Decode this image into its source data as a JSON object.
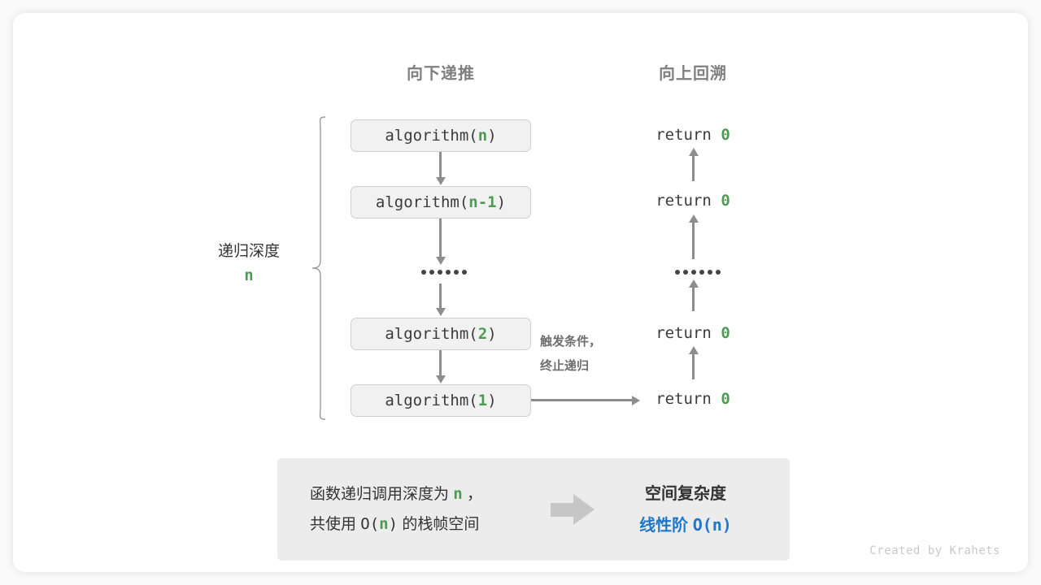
{
  "headers": {
    "left": "向下递推",
    "right": "向上回溯"
  },
  "depth": {
    "label": "递归深度",
    "value": "n"
  },
  "calls": [
    {
      "prefix": "algorithm(",
      "arg": "n",
      "suffix": ")"
    },
    {
      "prefix": "algorithm(",
      "arg": "n-1",
      "suffix": ")"
    },
    {
      "ellipsis": "••••••"
    },
    {
      "prefix": "algorithm(",
      "arg": "2",
      "suffix": ")"
    },
    {
      "prefix": "algorithm(",
      "arg": "1",
      "suffix": ")"
    }
  ],
  "returns": [
    {
      "text": "return ",
      "value": "0"
    },
    {
      "text": "return ",
      "value": "0"
    },
    {
      "ellipsis": "••••••"
    },
    {
      "text": "return ",
      "value": "0"
    },
    {
      "text": "return ",
      "value": "0"
    }
  ],
  "note": {
    "line1": "触发条件，",
    "line2": "终止递归"
  },
  "summary": {
    "left_line1_a": "函数递归调用深度为 ",
    "left_line1_n": "n",
    "left_line1_b": " ，",
    "left_line2_a": "共使用 ",
    "left_line2_o": "O(",
    "left_line2_n": "n",
    "left_line2_c": ")",
    "left_line2_b": " 的栈帧空间",
    "right_title": "空间复杂度",
    "right_value_text": "线性阶 ",
    "right_value_mono": "O(n)"
  },
  "footer": "Created by Krahets",
  "colors": {
    "green": "#4d9a52",
    "blue": "#2077c8",
    "gray_arrow": "#8d8d8d",
    "box_fill": "#f1f1f1",
    "panel_fill": "#ececec"
  }
}
